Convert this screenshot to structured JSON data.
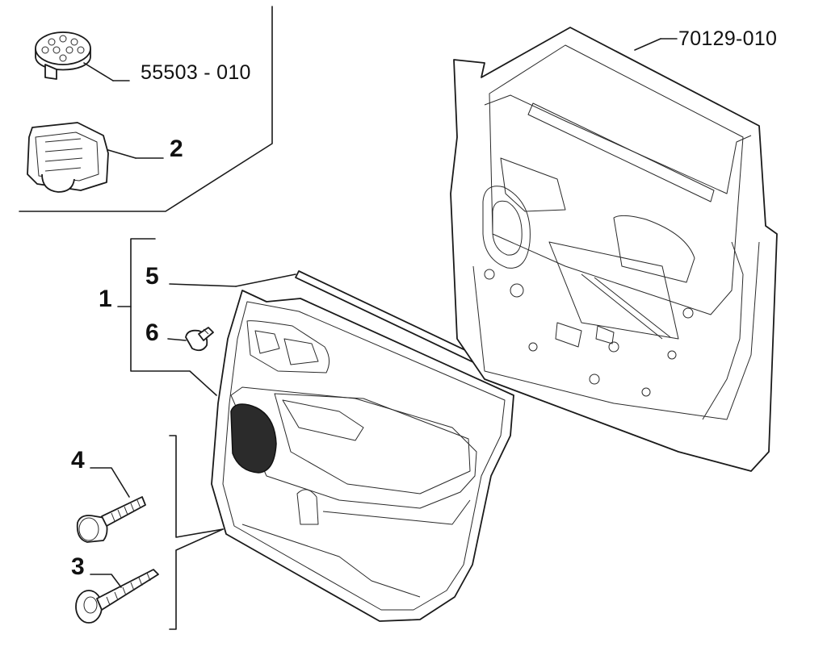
{
  "callouts": {
    "front_panel_code": "55503 - 010",
    "door_code": "70129-010",
    "item_1": "1",
    "item_2": "2",
    "item_3": "3",
    "item_4": "4",
    "item_5": "5",
    "item_6": "6"
  },
  "parts": [
    {
      "id": "1",
      "name": "door-trim-panel"
    },
    {
      "id": "2",
      "name": "clip-retainer"
    },
    {
      "id": "3",
      "name": "tapping-screw"
    },
    {
      "id": "4",
      "name": "spacer-bolt"
    },
    {
      "id": "5",
      "name": "window-seal-strip"
    },
    {
      "id": "6",
      "name": "push-rivet"
    },
    {
      "id": "55503 - 010",
      "name": "round-cap"
    },
    {
      "id": "70129-010",
      "name": "door-shell"
    }
  ]
}
